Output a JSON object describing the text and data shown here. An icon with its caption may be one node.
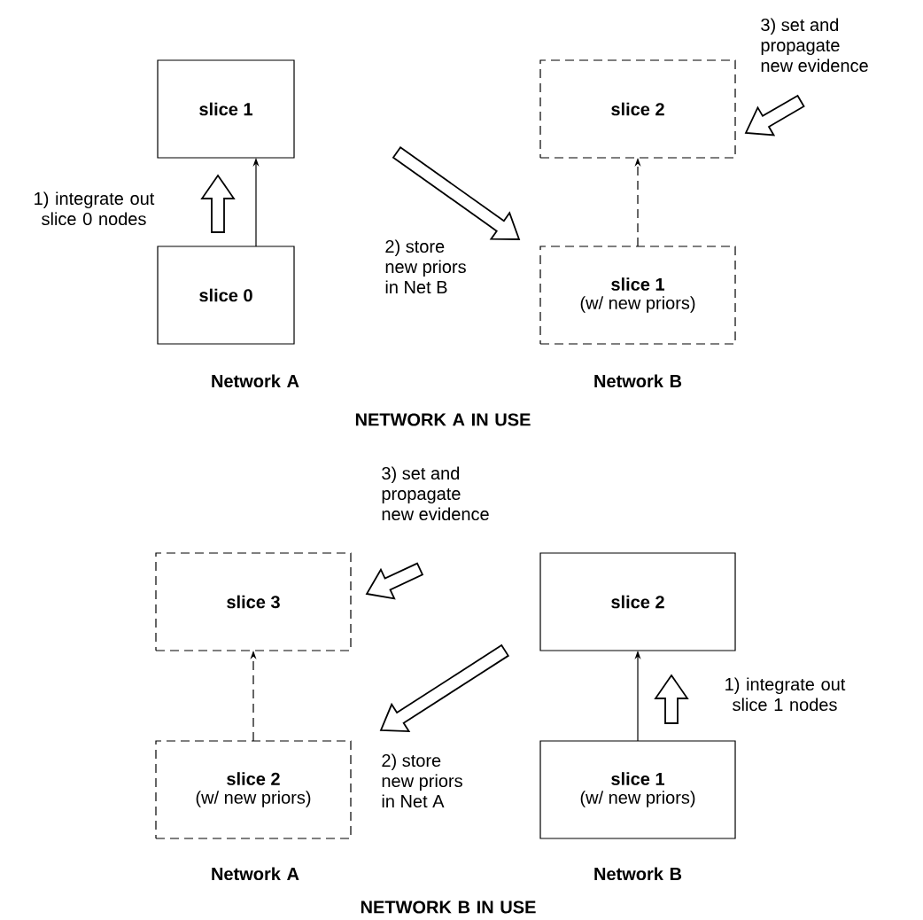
{
  "diagram": {
    "nodes": [
      {
        "text": [
          "slice 1"
        ]
      },
      {
        "text": [
          "slice 0"
        ]
      },
      {
        "text": [
          "slice 2"
        ]
      },
      {
        "text": [
          "slice 1",
          "(w/ new priors)"
        ]
      },
      {
        "text": [
          "slice 3"
        ]
      },
      {
        "text": [
          "slice 2",
          "(w/ new priors)"
        ]
      },
      {
        "text": [
          "slice 2"
        ]
      },
      {
        "text": [
          "slice 1",
          "(w/ new priors)"
        ]
      }
    ],
    "edges": [
      {
        "from": 1,
        "to": 0,
        "arrow": "to"
      },
      {
        "from": 1,
        "to": 0,
        "arrow": "to",
        "style": "thick",
        "label": "1) integrate out slice 0 nodes"
      },
      {
        "from": 3,
        "to": 2,
        "arrow": "to",
        "style": "dashed"
      },
      {
        "from": 0,
        "to": 3,
        "arrow": "to",
        "style": "thick",
        "label": "2) store new priors in Net B"
      },
      {
        "from": null,
        "to": 2,
        "arrow": "to",
        "style": "thick",
        "label": "3) set and propagate new evidence"
      },
      {
        "from": 5,
        "to": 4,
        "arrow": "to",
        "style": "dashed"
      },
      {
        "from": 7,
        "to": 6,
        "arrow": "to"
      },
      {
        "from": 7,
        "to": 6,
        "arrow": "to",
        "style": "thick",
        "label": "1) integrate out slice 1 nodes"
      },
      {
        "from": 6,
        "to": 5,
        "arrow": "to",
        "style": "thick",
        "label": "2) store new priors in Net A"
      },
      {
        "from": null,
        "to": 4,
        "arrow": "to",
        "style": "thick",
        "label": "3) set and propagate new evidence"
      }
    ],
    "labels": [
      "Network A",
      "Network B",
      "NETWORK A IN USE",
      "Network A",
      "Network B",
      "NETWORK B IN USE"
    ]
  }
}
